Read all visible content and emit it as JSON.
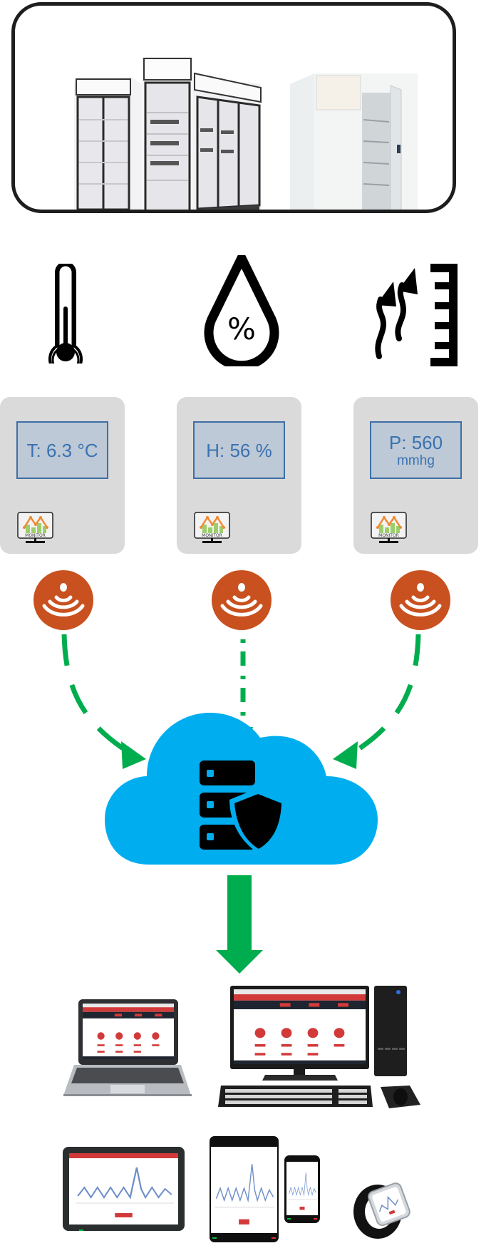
{
  "diagram": {
    "title_area": {
      "subject": "refrigeration-equipment",
      "items": [
        "glass-door refrigerators",
        "walk-in cold room"
      ]
    },
    "sensor_icons": [
      {
        "name": "thermometer-icon",
        "measure": "temperature"
      },
      {
        "name": "humidity-drop-icon",
        "measure": "humidity",
        "glyph": "%"
      },
      {
        "name": "pressure-icon",
        "measure": "pressure"
      }
    ],
    "sensors": [
      {
        "label": "T: 6.3 °C",
        "unit": ""
      },
      {
        "label": "H: 56 %",
        "unit": ""
      },
      {
        "label": "P: 560",
        "unit": "mmhg"
      }
    ],
    "logo_text": "MONITOR",
    "colors": {
      "wireless": "#c9511f",
      "arrow": "#00ad4e",
      "cloud": "#00aeef",
      "card": "#dadada",
      "display_bg": "#bdc9d6",
      "display_text": "#3a72b2",
      "monitor_header": "#d23a3a"
    },
    "flow": [
      "sensors",
      "wireless transmitters",
      "cloud server",
      "client devices"
    ],
    "devices": [
      "laptop",
      "desktop computer",
      "tablet (landscape)",
      "tablet (portrait)",
      "smartphone",
      "smartwatch"
    ]
  }
}
